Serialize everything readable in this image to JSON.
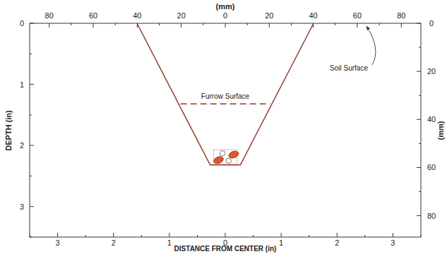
{
  "diagram": {
    "labels": [
      "(mm)",
      "80",
      "60",
      "40",
      "20",
      "0",
      "20",
      "40",
      "60",
      "80",
      "Soil Surface",
      "DEPTH (in)",
      "0",
      "1",
      "2",
      "3",
      "0",
      "20",
      "40",
      "60",
      "80",
      "(mm)",
      "Furrow Surface",
      "3",
      "2",
      "1",
      "0",
      "1",
      "2",
      "3",
      "DISTANCE FROM CENTER (in)"
    ]
  }
}
